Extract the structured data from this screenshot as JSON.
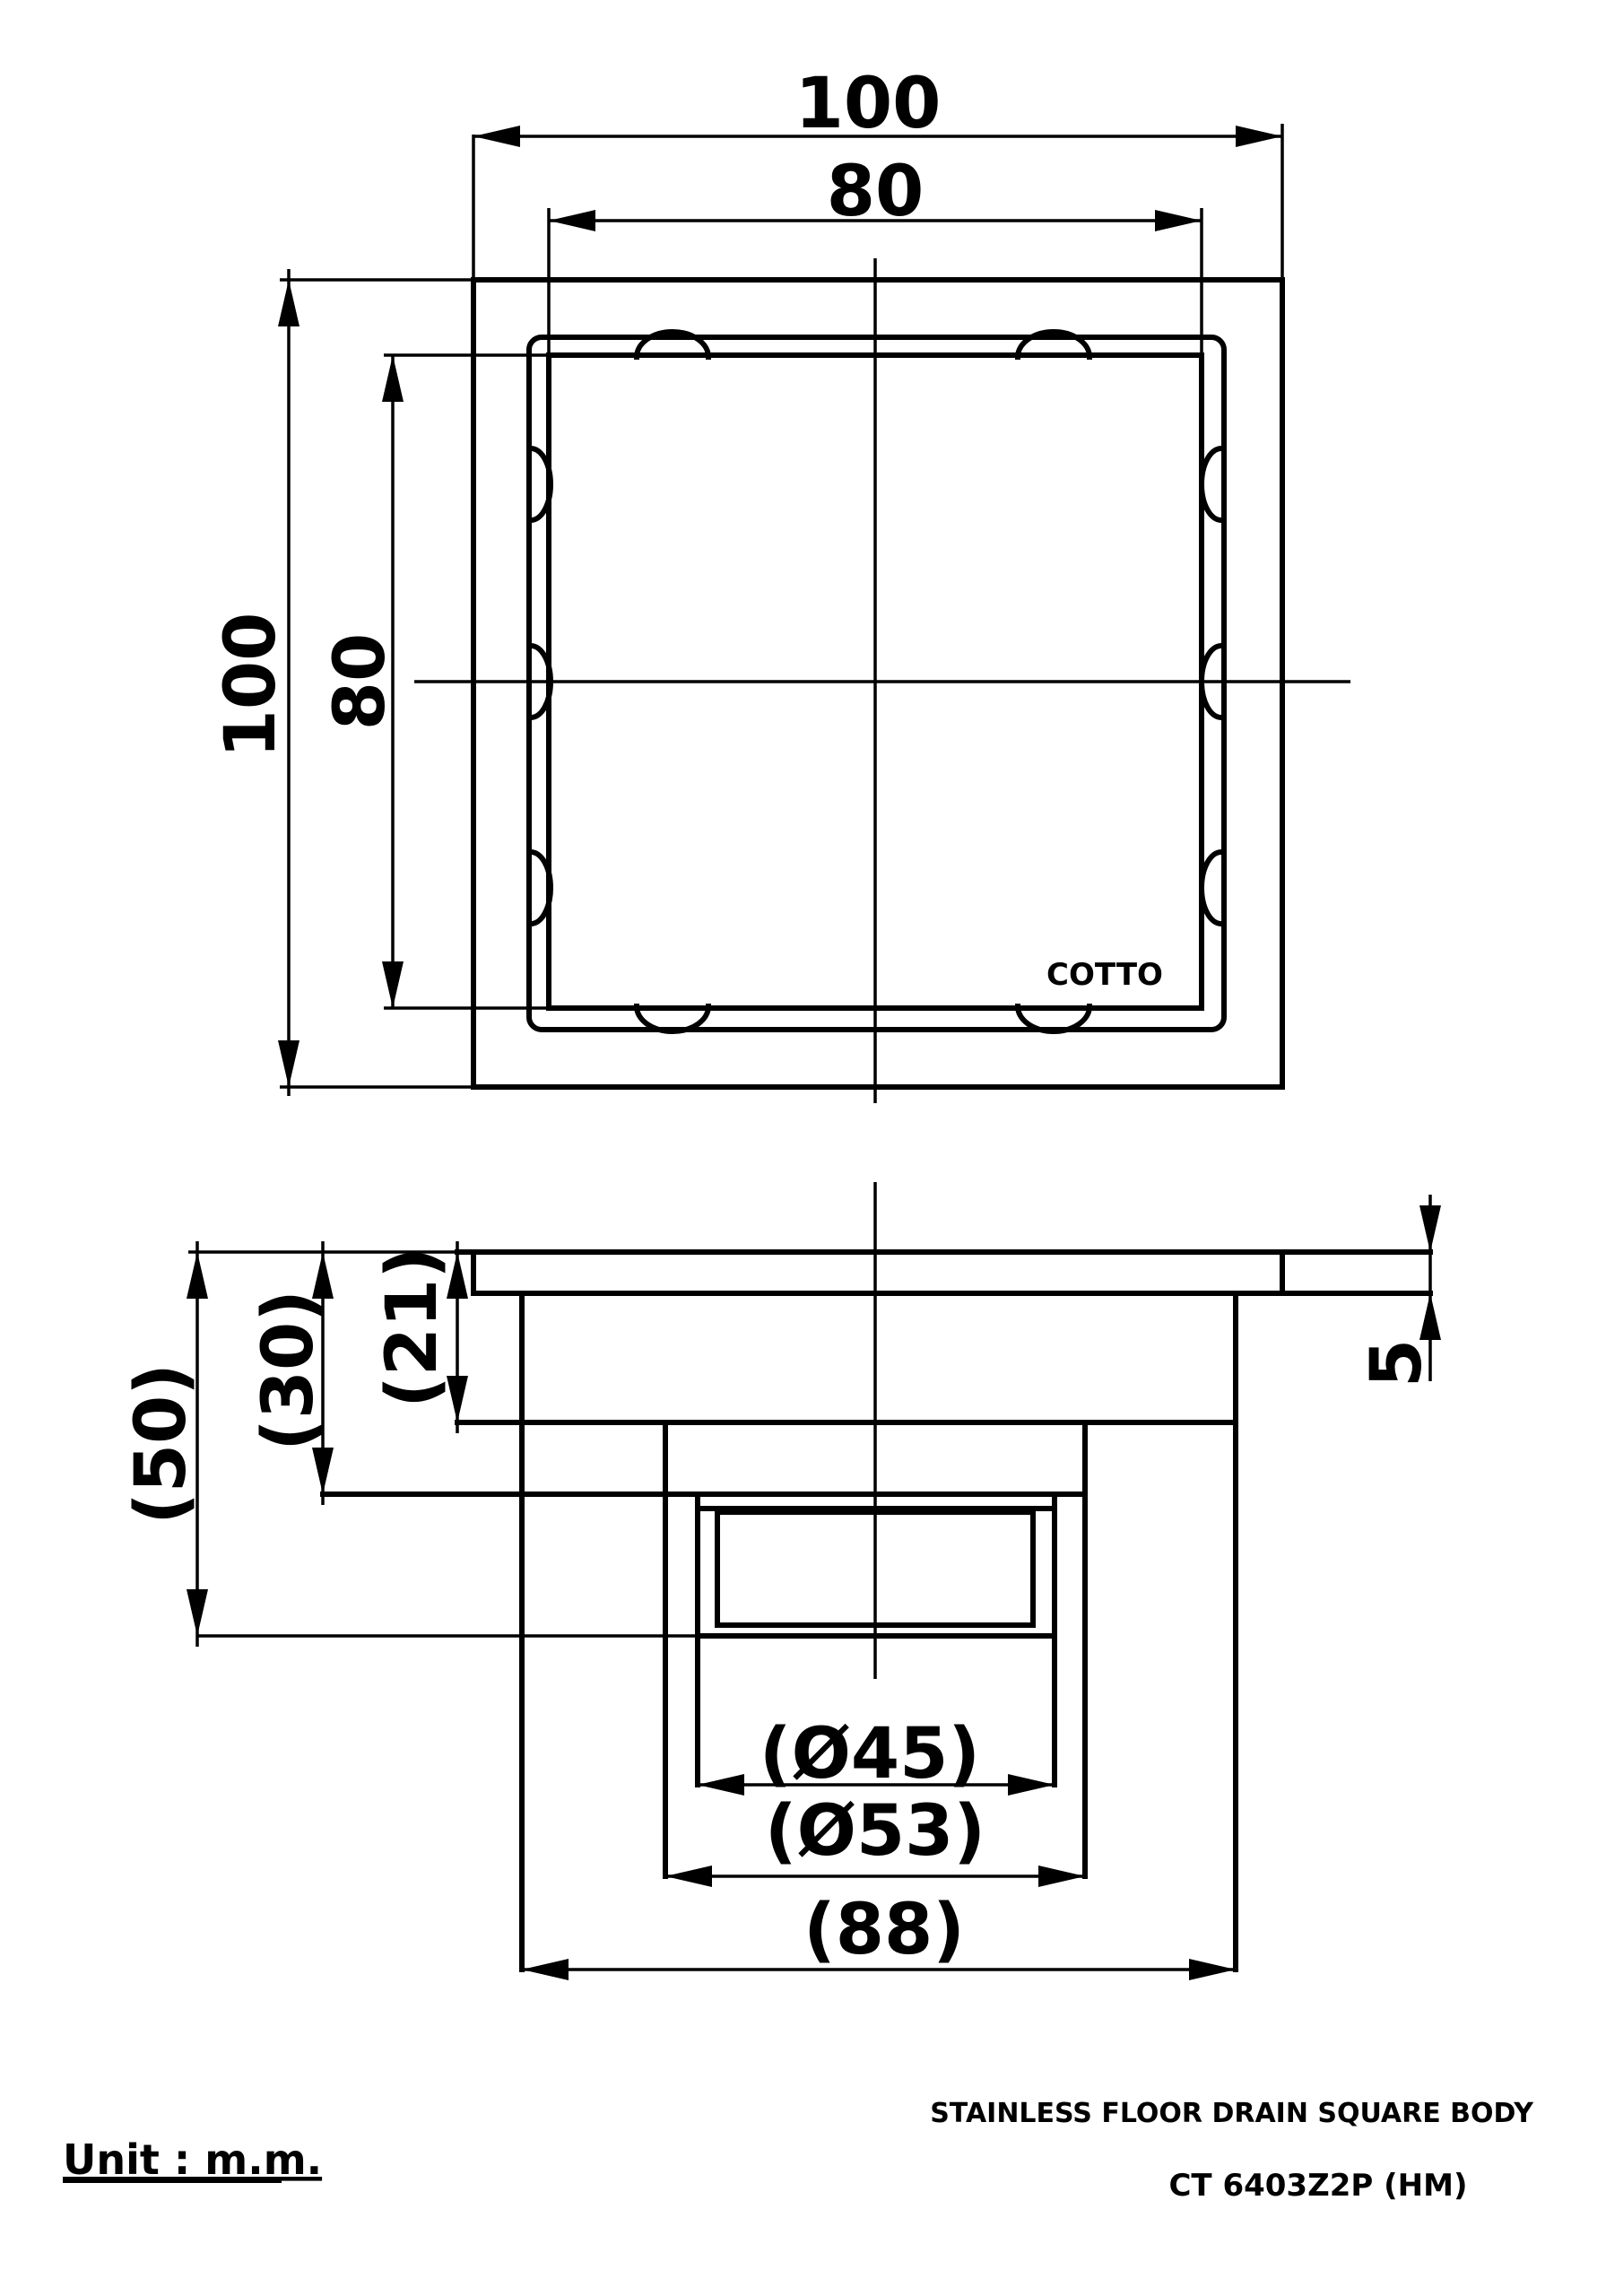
{
  "plan_view": {
    "outer_width": "100",
    "inner_width": "80",
    "outer_height": "100",
    "inner_height": "80",
    "logo": "COTTO"
  },
  "section_view": {
    "total_height": "(50)",
    "height_30": "(30)",
    "height_21": "(21)",
    "flange": "5",
    "dia_45": "(Ø45)",
    "dia_53": "(Ø53)",
    "body_width": "(88)"
  },
  "footer": {
    "unit": "Unit : m.m.",
    "product_name": "STAINLESS FLOOR DRAIN SQUARE BODY",
    "model": "CT 6403Z2P (HM)"
  }
}
